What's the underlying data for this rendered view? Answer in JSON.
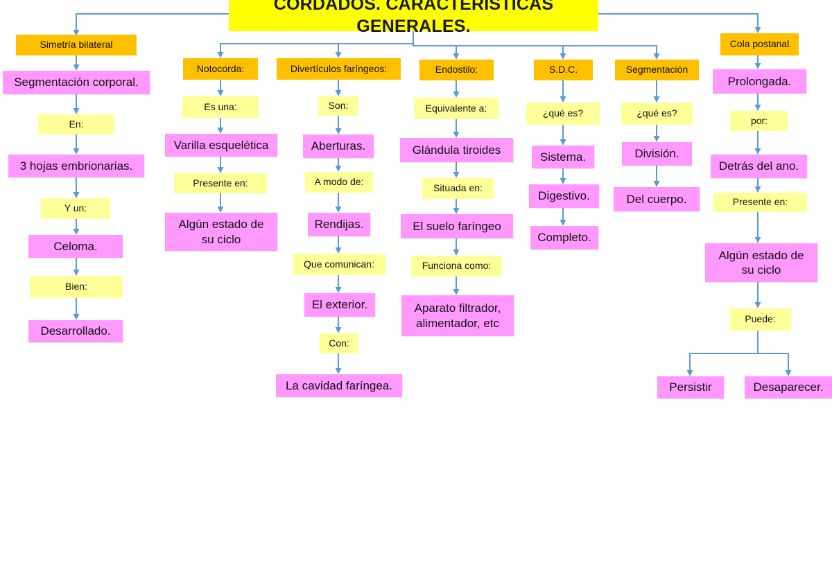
{
  "title": "CORDADOS. CARACTERÍSTICAS GENERALES.",
  "colors": {
    "title": "#ffff00",
    "category": "#ffc000",
    "connector": "#ffff99",
    "value": "#ff99ff",
    "arrow": "#5b9bd5"
  },
  "branches": {
    "simetria": {
      "header": "Simetría bilateral",
      "items": [
        "Segmentación corporal.",
        "En:",
        "3 hojas embrionarias.",
        "Y un:",
        "Celoma.",
        "Bien:",
        "Desarrollado."
      ]
    },
    "notocorda": {
      "header": "Notocorda:",
      "items": [
        "Es una:",
        "Varilla esquelética",
        "Presente en:",
        "Algún estado de\nsu ciclo"
      ]
    },
    "diverticulos": {
      "header": "Divertículos faríngeos:",
      "items": [
        "Son:",
        "Aberturas.",
        "A modo de:",
        "Rendijas.",
        "Que comunican:",
        "El exterior.",
        "Con:",
        "La cavidad faríngea."
      ]
    },
    "endostilo": {
      "header": "Endostilo:",
      "items": [
        "Equivalente a:",
        "Glándula tiroides",
        "Situada en:",
        "El suelo faríngeo",
        "Funciona como:",
        "Aparato filtrador,\nalimentador, etc"
      ]
    },
    "sdc": {
      "header": "S.D.C.",
      "items": [
        "¿qué es?",
        "Sistema.",
        "Digestivo.",
        "Completo."
      ]
    },
    "segmentacion": {
      "header": "Segmentación",
      "items": [
        "¿qué es?",
        "División.",
        "Del cuerpo."
      ]
    },
    "cola": {
      "header": "Cola postanal",
      "items": [
        "Prolongada.",
        "por:",
        "Detrás del ano.",
        "Presente en:",
        "Algún estado de\nsu ciclo",
        "Puede:",
        "Persistir",
        "Desaparecer."
      ]
    }
  }
}
